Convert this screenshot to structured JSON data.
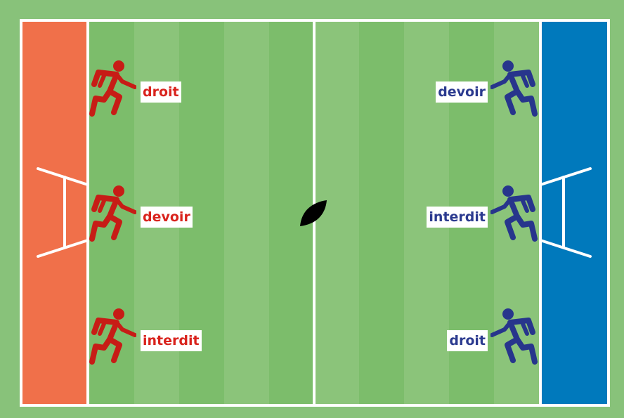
{
  "colors": {
    "field_dark": "#7cbd6b",
    "field_light": "#8bc47a",
    "line": "#ffffff",
    "red_endzone": "#f0704a",
    "blue_endzone": "#0079bc",
    "red_team": "#c71c16",
    "blue_team": "#27358c",
    "red_text": "#d9231d",
    "blue_text": "#2b3a8f"
  },
  "red_team": {
    "players": [
      {
        "label": "droit",
        "icon": "running-player-icon"
      },
      {
        "label": "devoir",
        "icon": "running-player-icon"
      },
      {
        "label": "interdit",
        "icon": "running-player-icon"
      }
    ]
  },
  "blue_team": {
    "players": [
      {
        "label": "devoir",
        "icon": "running-player-icon"
      },
      {
        "label": "interdit",
        "icon": "running-player-icon"
      },
      {
        "label": "droit",
        "icon": "running-player-icon"
      }
    ]
  },
  "ball": {
    "icon": "rugby-ball-icon"
  }
}
